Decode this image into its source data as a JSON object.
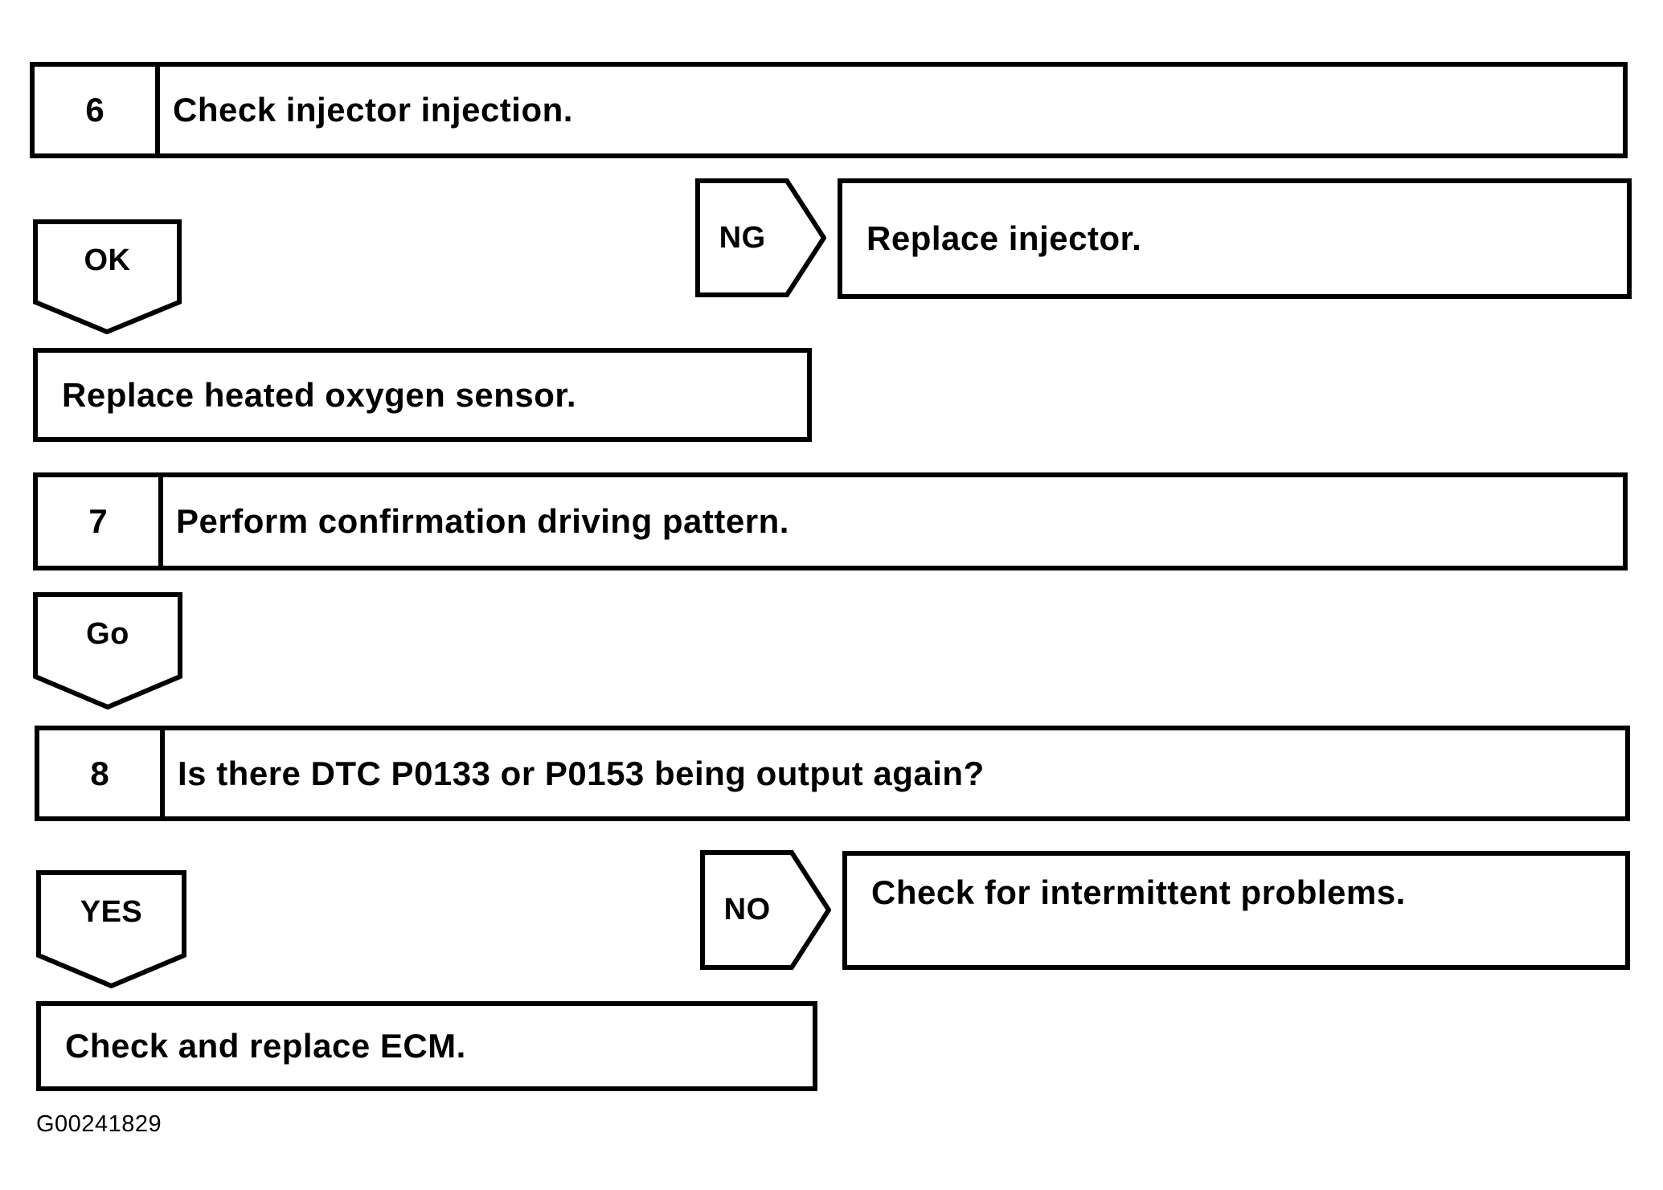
{
  "figure": {
    "id": "G00241829"
  },
  "colors": {
    "ink": "#000000",
    "paper": "#ffffff"
  },
  "steps": {
    "step6": {
      "number": "6",
      "title": "Check injector injection."
    },
    "step7": {
      "number": "7",
      "title": "Perform confirmation driving pattern."
    },
    "step8": {
      "number": "8",
      "title": "Is there DTC P0133 or P0153 being output again?"
    }
  },
  "connectors": {
    "ng": {
      "label": "NG"
    },
    "ok": {
      "label": "OK"
    },
    "go": {
      "label": "Go"
    },
    "yes": {
      "label": "YES"
    },
    "no": {
      "label": "NO"
    }
  },
  "results": {
    "replace_injector": {
      "text": "Replace injector."
    },
    "replace_o2_sensor": {
      "text": "Replace heated oxygen sensor."
    },
    "intermittent": {
      "text": "Check for intermittent problems."
    },
    "replace_ecm": {
      "text": "Check and replace ECM."
    }
  }
}
